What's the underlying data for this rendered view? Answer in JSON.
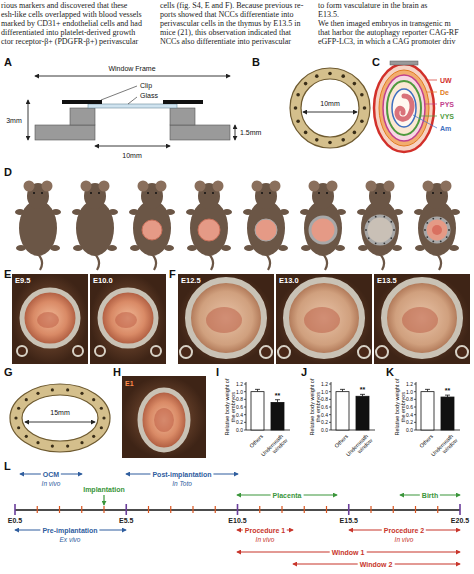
{
  "diagram": {
    "labels": [
      "rious markers and discovered that these",
      "esh-like cells overlapped with blood vessels",
      "marked by CD31+ endothelial cells and had",
      "differentiated into platelet-derived growth",
      "ctor receptor-β+ (PDGFR-β+) perivascular",
      "cells (fig. S4, E and F). Because previous re-",
      "ports showed that NCCs differentiate into",
      "perivascular cells in the thymus by E13.5 in",
      "mice (21), this observation indicated that",
      "NCCs also differentiate into perivascular",
      "to form vasculature in the brain as",
      "E13.5.",
      "We then imaged embryos in transgenic m",
      "that harbor the autophagy reporter CAG-RF",
      "eGFP-LC3, in which a CAG promoter driv",
      "A",
      "Window Frame",
      "Clip",
      "Glass",
      "3mm",
      "1.5mm",
      "10mm",
      "B",
      "10mm",
      "C",
      "UW",
      "De",
      "PYS",
      "VYS",
      "Am",
      "D",
      "E",
      "E9.5",
      "E10.0",
      "F",
      "E12.5",
      "E13.0",
      "E13.5",
      "G",
      "15mm",
      "H",
      "E1",
      "I",
      "Relative body weight of the embryos",
      "1.2",
      "1.0",
      "0.8",
      "0.6",
      "0.4",
      "0.2",
      "0.0",
      "Others",
      "Underneath window",
      "**",
      "J",
      "Relative body weight of the embryos",
      "1.2",
      "1.0",
      "0.8",
      "0.6",
      "0.4",
      "0.2",
      "0.0",
      "Others",
      "Underneath window",
      "**",
      "K",
      "Relative body weight of the embryos",
      "1.2",
      "1.0",
      "0.8",
      "0.6",
      "0.4",
      "0.2",
      "0.0",
      "Others",
      "Underneath window",
      "**",
      "L",
      "OCM",
      "In vivo",
      "Implantation",
      "Post-implantation",
      "In Toto",
      "Placenta",
      "Birth",
      "E0.5",
      "E5.5",
      "E10.5",
      "E15.5",
      "E20.5",
      "Pre-implantation",
      "Ex vivo",
      "Procedure 1",
      "In vivo",
      "Procedure 2",
      "In vivo",
      "Window 1",
      "Window 2"
    ]
  }
}
